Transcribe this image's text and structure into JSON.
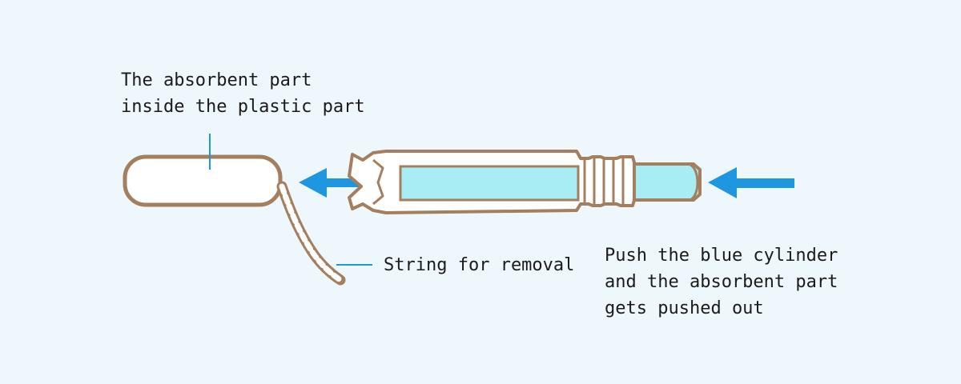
{
  "labels": {
    "absorbent_line1": "The absorbent part",
    "absorbent_line2": "inside the plastic part",
    "string": "String for removal",
    "push_line1": "Push the blue cylinder",
    "push_line2": "and the absorbent part",
    "push_line3": "gets pushed out"
  },
  "colors": {
    "background": "#eef7fc",
    "outline": "#a47f5f",
    "fill_white": "#ffffff",
    "cylinder_fill": "#a9edf4",
    "arrow": "#1f97e0",
    "leader_line": "#1f97e0",
    "text": "#1b1b1b"
  }
}
